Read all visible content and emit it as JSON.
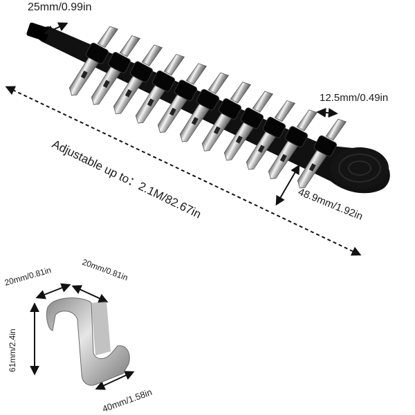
{
  "labels": {
    "strap_width": "25mm/0.99in",
    "clip_width": "12.5mm/0.49in",
    "adjustable": "Adjustable up to：2.1M/82.67in",
    "clip_length": "48.9mm/1.92in",
    "hook_top_left": "20mm/0.81in",
    "hook_top_right": "20mm/0.81in",
    "hook_height": "61mm/2.4in",
    "hook_bottom": "40mm/1.58in"
  },
  "colors": {
    "strap": "#111111",
    "metal": "#c9c9c9",
    "arrow": "#111111"
  },
  "product": {
    "clip_count": 11
  }
}
